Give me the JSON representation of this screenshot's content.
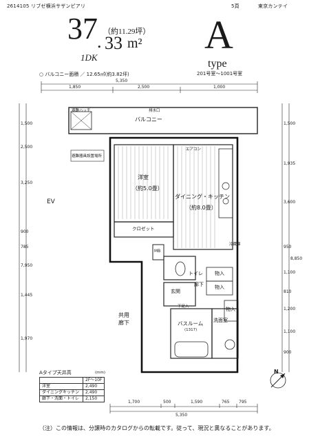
{
  "header": {
    "code_and_name": "2614105 リブゼ横浜サザンピアリ",
    "page": "5頁",
    "company": "東京カンテイ"
  },
  "area": {
    "int": "37",
    "dot": ".",
    "frac": "33",
    "unit": "m²",
    "tsubo": "（約11.29坪）",
    "layout": "1DK"
  },
  "type": {
    "letter": "A",
    "word": "type",
    "units": "201号室〜1001号室"
  },
  "balcony_note": "○ バルコニー面積 ／ 12.65㎡(約3.82坪)",
  "dims_top": {
    "total": "5,350",
    "a": "1,850",
    "b": "2,500",
    "c": "1,000"
  },
  "dims_bottom": {
    "total": "5,350",
    "a": "1,700",
    "b": "500",
    "c": "1,590",
    "d": "765",
    "e": "795"
  },
  "dims_left": [
    "1,500",
    "2,500",
    "3,250",
    "900",
    "785",
    "7,950",
    "1,445",
    "1,970"
  ],
  "dims_right": [
    "1,500",
    "1,935",
    "3,600",
    "950",
    "8,850",
    "1,100",
    "810",
    "1,200",
    "1,100",
    "900"
  ],
  "rooms": {
    "balcony": "バルコニー",
    "western": "洋室",
    "western_size": "（約5.0畳）",
    "dk": "ダイニング・キッチン",
    "dk_size": "（約8.0畳）",
    "closet": "クロゼット",
    "entrance": "玄関",
    "toilet": "トイレ",
    "bath": "バスルーム",
    "bath_size": "(1317)",
    "washroom": "洗面室",
    "corridor": "廊下",
    "common_corridor1": "共用",
    "common_corridor2": "廊下",
    "ev": "EV",
    "mb": "MB",
    "storage1": "物入",
    "storage2": "物入",
    "storage3": "物入",
    "fridge": "冷蔵庫",
    "shoes": "下足入",
    "evac": "避難ハッチ",
    "drain": "排水口",
    "evac_space": "避難器具設置場所",
    "aircon": "エアコン"
  },
  "ceiling_table": {
    "caption": "Aタイプ天井高",
    "unit": "(mm)",
    "col": "2F〜10F",
    "rows": [
      {
        "name": "洋室",
        "value": "2,490"
      },
      {
        "name": "ダイニングキッチン",
        "value": "2,490"
      },
      {
        "name": "廊下・洗面・トイレ",
        "value": "2,150"
      }
    ]
  },
  "compass": "N",
  "footer_note": "（注）この情報は、分譲時のカタログからの転載です。従って、現況と異なることがあります。"
}
